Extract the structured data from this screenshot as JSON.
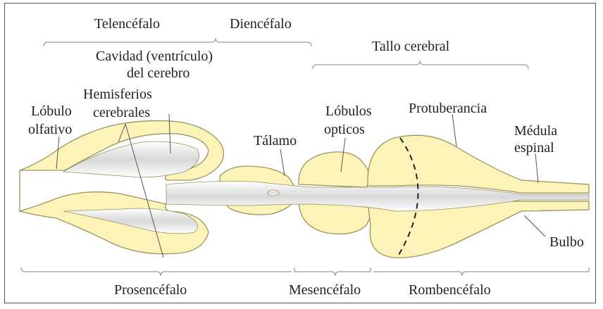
{
  "top_labels": {
    "telencefalo": "Telencéfalo",
    "diencefalo": "Diencéfalo",
    "tallo_cerebral": "Tallo cerebral"
  },
  "structure_labels": {
    "cavidad_line1": "Cavidad (ventrículo)",
    "cavidad_line2": "del cerebro",
    "hemisferios_line1": "Hemisferios",
    "hemisferios_line2": "cerebrales",
    "lobulo_olfativo_line1": "Lóbulo",
    "lobulo_olfativo_line2": "olfativo",
    "talamo": "Tálamo",
    "lobulos_opticos_line1": "Lóbulos",
    "lobulos_opticos_line2": "opticos",
    "protuberancia": "Protuberancia",
    "medula_line1": "Médula",
    "medula_line2": "espinal",
    "bulbo": "Bulbo"
  },
  "bottom_labels": {
    "prosencefalo": "Prosencéfalo",
    "mesencefalo": "Mesencéfalo",
    "rombencefalo": "Rombencéfalo"
  },
  "colors": {
    "tissue": "#fbf3b8",
    "outline": "#9a9460",
    "cavity": "#cfcfcf",
    "bracket": "#9a9a9a"
  }
}
